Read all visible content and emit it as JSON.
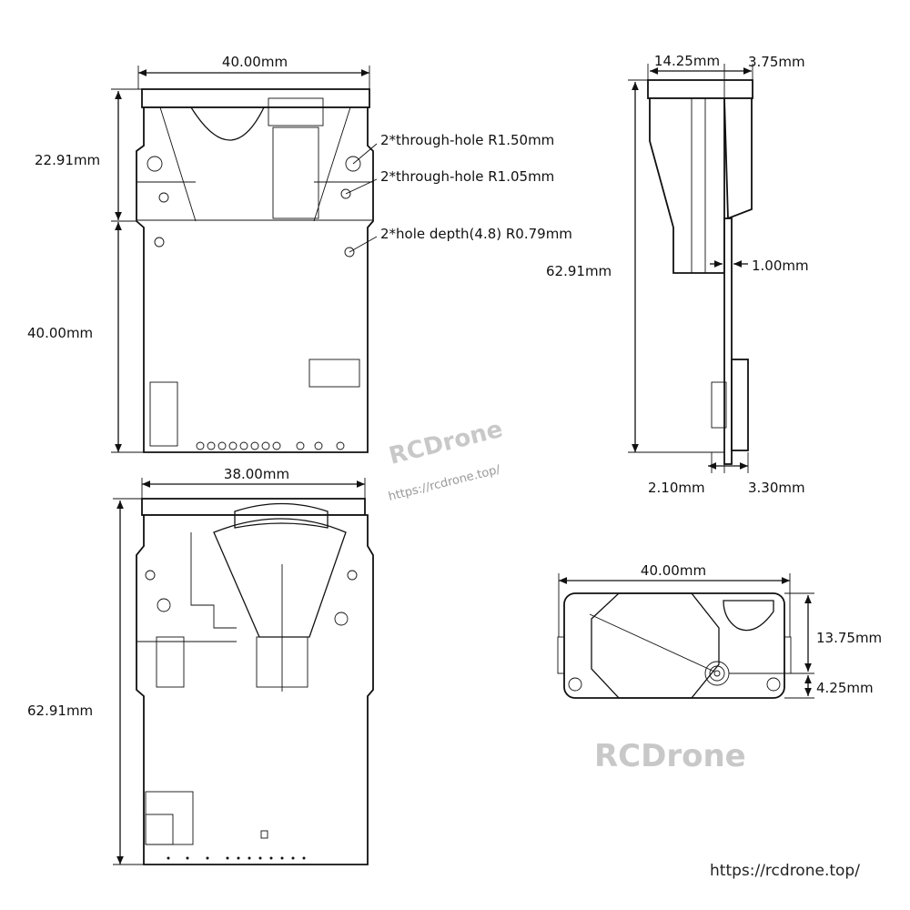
{
  "top_view": {
    "width": "40.00mm",
    "upper_height": "22.91mm",
    "lower_height": "40.00mm",
    "callouts": [
      "2*through-hole R1.50mm",
      "2*through-hole R1.05mm",
      "2*hole depth(4.8) R0.79mm"
    ]
  },
  "side_view": {
    "width_main": "14.25mm",
    "width_right": "3.75mm",
    "height": "62.91mm",
    "board_thickness": "1.00mm",
    "bottom_left": "2.10mm",
    "bottom_right": "3.30mm"
  },
  "bottom_view": {
    "width": "38.00mm",
    "height": "62.91mm"
  },
  "front_view": {
    "width": "40.00mm",
    "height_upper": "13.75mm",
    "height_lower": "4.25mm"
  },
  "watermarks": {
    "brand": "RCDrone",
    "brand_url": "https://rcdrone.top/",
    "brand_large": "RCDrone",
    "footer_url": "https://rcdrone.top/"
  }
}
